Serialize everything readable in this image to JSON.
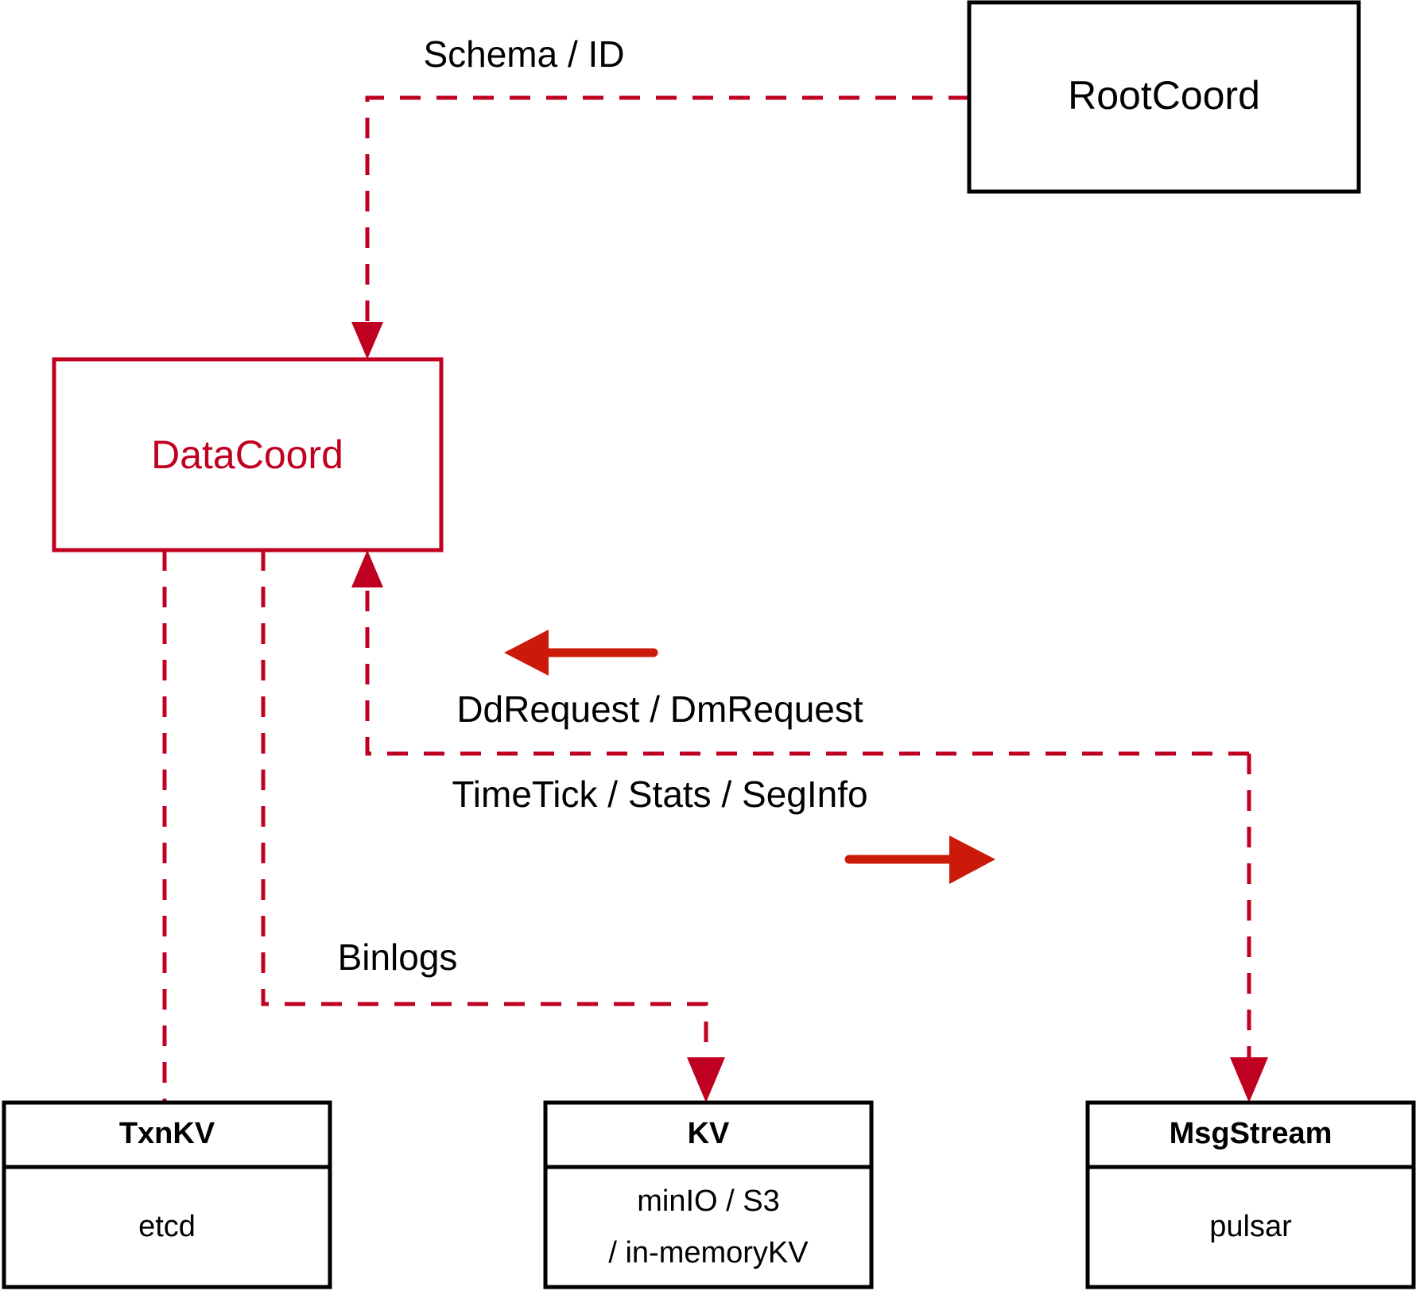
{
  "diagram": {
    "title": "DataCoord component interaction diagram",
    "colors": {
      "dashed_flow": "#C00021",
      "solid_arrow": "#CC1A0A",
      "box_stroke_black": "#000000",
      "box_stroke_red": "#C00021",
      "text": "#000000",
      "background": "#FFFFFF"
    },
    "nodes": {
      "rootcoord": {
        "label": "RootCoord"
      },
      "datacoord": {
        "label": "DataCoord"
      },
      "txnkv": {
        "title": "TxnKV",
        "sub_line_1": "etcd"
      },
      "kv": {
        "title": "KV",
        "sub_line_1": "minIO / S3",
        "sub_line_2": "/ in-memoryKV"
      },
      "msgstream": {
        "title": "MsgStream",
        "sub_line_1": "pulsar"
      }
    },
    "edge_labels": {
      "schema_id": "Schema / ID",
      "dd_dm_request": "DdRequest / DmRequest",
      "timetick_stats_seginfo": "TimeTick / Stats / SegInfo",
      "binlogs": "Binlogs"
    }
  }
}
